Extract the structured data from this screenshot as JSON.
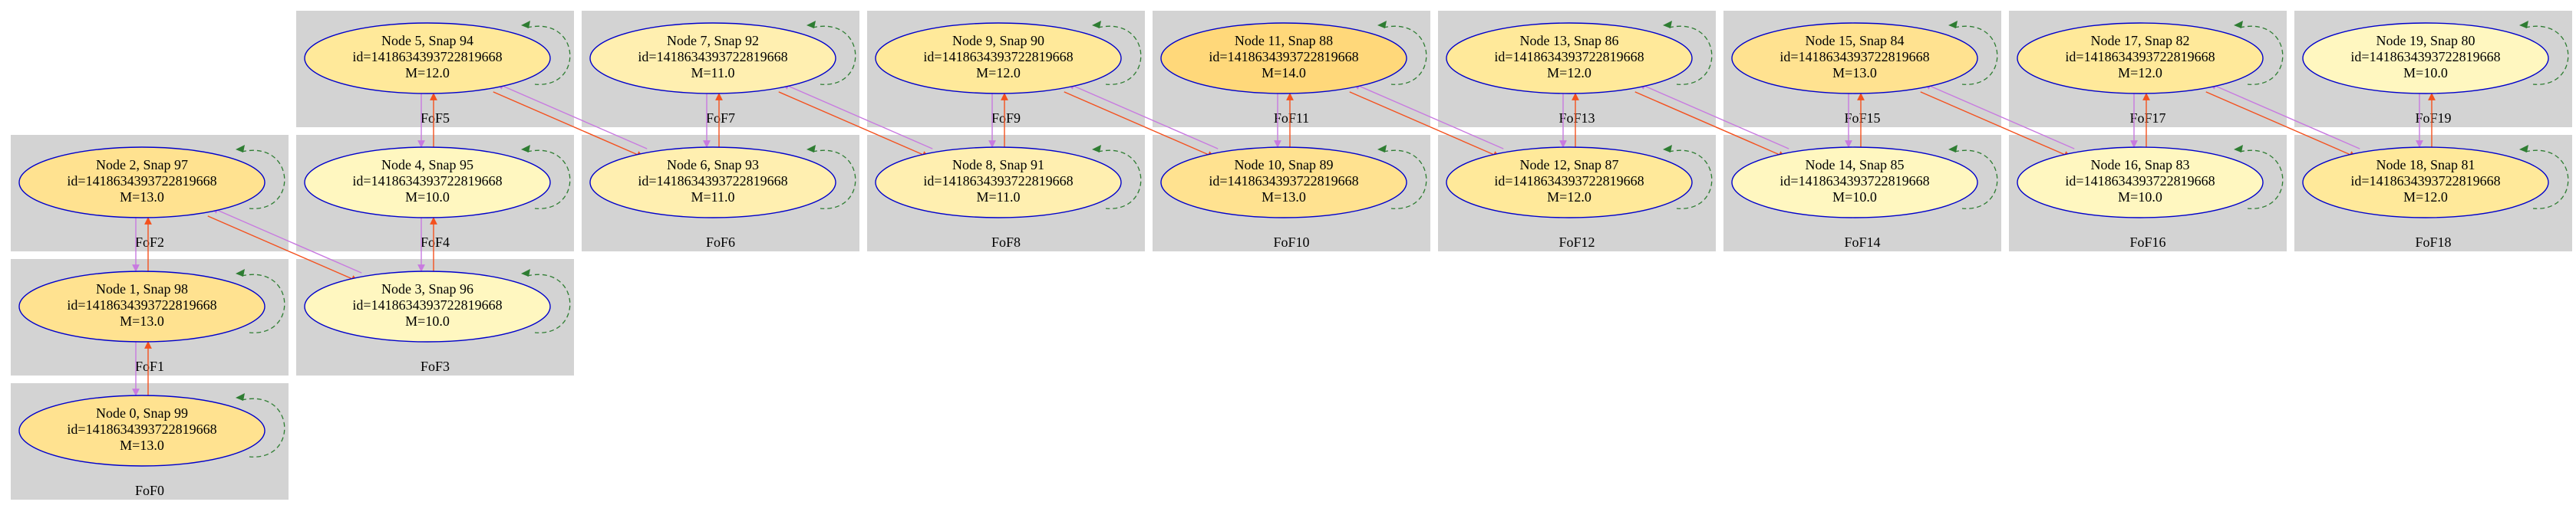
{
  "colors": {
    "cluster_fill": "#d3d3d3",
    "node_stroke": "#0000cc",
    "edge_progenitor": "#f4511e",
    "edge_descendant": "#c87ae0",
    "edge_self": "#2e7d32",
    "mass_fill_scale": {
      "10.0": "#fff7c0",
      "11.0": "#ffefb0",
      "12.0": "#ffe99a",
      "13.0": "#ffe290",
      "14.0": "#ffd87a"
    }
  },
  "clusters": [
    {
      "id": 0,
      "label": "FoF0"
    },
    {
      "id": 1,
      "label": "FoF1"
    },
    {
      "id": 2,
      "label": "FoF2"
    },
    {
      "id": 3,
      "label": "FoF3"
    },
    {
      "id": 4,
      "label": "FoF4"
    },
    {
      "id": 5,
      "label": "FoF5"
    },
    {
      "id": 6,
      "label": "FoF6"
    },
    {
      "id": 7,
      "label": "FoF7"
    },
    {
      "id": 8,
      "label": "FoF8"
    },
    {
      "id": 9,
      "label": "FoF9"
    },
    {
      "id": 10,
      "label": "FoF10"
    },
    {
      "id": 11,
      "label": "FoF11"
    },
    {
      "id": 12,
      "label": "FoF12"
    },
    {
      "id": 13,
      "label": "FoF13"
    },
    {
      "id": 14,
      "label": "FoF14"
    },
    {
      "id": 15,
      "label": "FoF15"
    },
    {
      "id": 16,
      "label": "FoF16"
    },
    {
      "id": 17,
      "label": "FoF17"
    },
    {
      "id": 18,
      "label": "FoF18"
    },
    {
      "id": 19,
      "label": "FoF19"
    }
  ],
  "nodes": [
    {
      "id": 0,
      "line1": "Node 0, Snap 99",
      "line2": "id=1418634393722819668",
      "line3": "M=13.0",
      "mass": "13.0"
    },
    {
      "id": 1,
      "line1": "Node 1, Snap 98",
      "line2": "id=1418634393722819668",
      "line3": "M=13.0",
      "mass": "13.0"
    },
    {
      "id": 2,
      "line1": "Node 2, Snap 97",
      "line2": "id=1418634393722819668",
      "line3": "M=13.0",
      "mass": "13.0"
    },
    {
      "id": 3,
      "line1": "Node 3, Snap 96",
      "line2": "id=1418634393722819668",
      "line3": "M=10.0",
      "mass": "10.0"
    },
    {
      "id": 4,
      "line1": "Node 4, Snap 95",
      "line2": "id=1418634393722819668",
      "line3": "M=10.0",
      "mass": "10.0"
    },
    {
      "id": 5,
      "line1": "Node 5, Snap 94",
      "line2": "id=1418634393722819668",
      "line3": "M=12.0",
      "mass": "12.0"
    },
    {
      "id": 6,
      "line1": "Node 6, Snap 93",
      "line2": "id=1418634393722819668",
      "line3": "M=11.0",
      "mass": "11.0"
    },
    {
      "id": 7,
      "line1": "Node 7, Snap 92",
      "line2": "id=1418634393722819668",
      "line3": "M=11.0",
      "mass": "11.0"
    },
    {
      "id": 8,
      "line1": "Node 8, Snap 91",
      "line2": "id=1418634393722819668",
      "line3": "M=11.0",
      "mass": "11.0"
    },
    {
      "id": 9,
      "line1": "Node 9, Snap 90",
      "line2": "id=1418634393722819668",
      "line3": "M=12.0",
      "mass": "12.0"
    },
    {
      "id": 10,
      "line1": "Node 10, Snap 89",
      "line2": "id=1418634393722819668",
      "line3": "M=13.0",
      "mass": "13.0"
    },
    {
      "id": 11,
      "line1": "Node 11, Snap 88",
      "line2": "id=1418634393722819668",
      "line3": "M=14.0",
      "mass": "14.0"
    },
    {
      "id": 12,
      "line1": "Node 12, Snap 87",
      "line2": "id=1418634393722819668",
      "line3": "M=12.0",
      "mass": "12.0"
    },
    {
      "id": 13,
      "line1": "Node 13, Snap 86",
      "line2": "id=1418634393722819668",
      "line3": "M=12.0",
      "mass": "12.0"
    },
    {
      "id": 14,
      "line1": "Node 14, Snap 85",
      "line2": "id=1418634393722819668",
      "line3": "M=10.0",
      "mass": "10.0"
    },
    {
      "id": 15,
      "line1": "Node 15, Snap 84",
      "line2": "id=1418634393722819668",
      "line3": "M=13.0",
      "mass": "13.0"
    },
    {
      "id": 16,
      "line1": "Node 16, Snap 83",
      "line2": "id=1418634393722819668",
      "line3": "M=10.0",
      "mass": "10.0"
    },
    {
      "id": 17,
      "line1": "Node 17, Snap 82",
      "line2": "id=1418634393722819668",
      "line3": "M=12.0",
      "mass": "12.0"
    },
    {
      "id": 18,
      "line1": "Node 18, Snap 81",
      "line2": "id=1418634393722819668",
      "line3": "M=12.0",
      "mass": "12.0"
    },
    {
      "id": 19,
      "line1": "Node 19, Snap 80",
      "line2": "id=1418634393722819668",
      "line3": "M=10.0",
      "mass": "10.0"
    }
  ],
  "edges": [
    {
      "from": 0,
      "to": 1
    },
    {
      "from": 1,
      "to": 2
    },
    {
      "from": 2,
      "to": 3
    },
    {
      "from": 3,
      "to": 4
    },
    {
      "from": 4,
      "to": 5
    },
    {
      "from": 5,
      "to": 6
    },
    {
      "from": 6,
      "to": 7
    },
    {
      "from": 7,
      "to": 8
    },
    {
      "from": 8,
      "to": 9
    },
    {
      "from": 9,
      "to": 10
    },
    {
      "from": 10,
      "to": 11
    },
    {
      "from": 11,
      "to": 12
    },
    {
      "from": 12,
      "to": 13
    },
    {
      "from": 13,
      "to": 14
    },
    {
      "from": 14,
      "to": 15
    },
    {
      "from": 15,
      "to": 16
    },
    {
      "from": 16,
      "to": 17
    },
    {
      "from": 17,
      "to": 18
    },
    {
      "from": 18,
      "to": 19
    }
  ]
}
